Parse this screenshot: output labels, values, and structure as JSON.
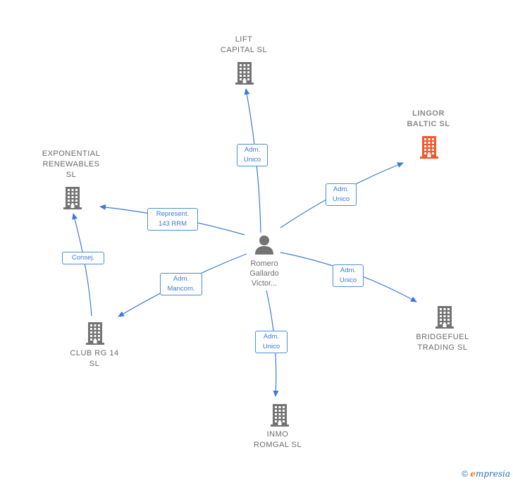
{
  "person": {
    "label": "Romero\nGallardo\nVictor..."
  },
  "companies": [
    {
      "id": "lift",
      "label": "LIFT\nCAPITAL SL",
      "color": "#737373"
    },
    {
      "id": "lingor",
      "label": "LINGOR\nBALTIC SL",
      "color": "#f05a2a"
    },
    {
      "id": "exponential",
      "label": "EXPONENTIAL\nRENEWABLES\nSL",
      "color": "#737373"
    },
    {
      "id": "bridgefuel",
      "label": "BRIDGEFUEL\nTRADING SL",
      "color": "#737373"
    },
    {
      "id": "clubrg",
      "label": "CLUB RG 14\nSL",
      "color": "#737373"
    },
    {
      "id": "inmo",
      "label": "INMO\nROMGAL SL",
      "color": "#737373"
    }
  ],
  "relations": [
    {
      "id": "r-lift",
      "label": "Adm.\nUnico"
    },
    {
      "id": "r-lingor",
      "label": "Adm.\nUnico"
    },
    {
      "id": "r-exponential",
      "label": "Represent.\n143 RRM"
    },
    {
      "id": "r-bridgefuel",
      "label": "Adm.\nUnico"
    },
    {
      "id": "r-clubrg",
      "label": "Adm.\nMancom."
    },
    {
      "id": "r-inmo",
      "label": "Adm.\nUnico"
    },
    {
      "id": "r-consej",
      "label": "Consej."
    }
  ],
  "footer": {
    "copyright": "©",
    "brand_initial": "e",
    "brand_rest": "mpresia"
  },
  "colors": {
    "edge": "#3a7bd5",
    "building": "#737373",
    "building_active": "#f05a2a",
    "person": "#737373"
  }
}
